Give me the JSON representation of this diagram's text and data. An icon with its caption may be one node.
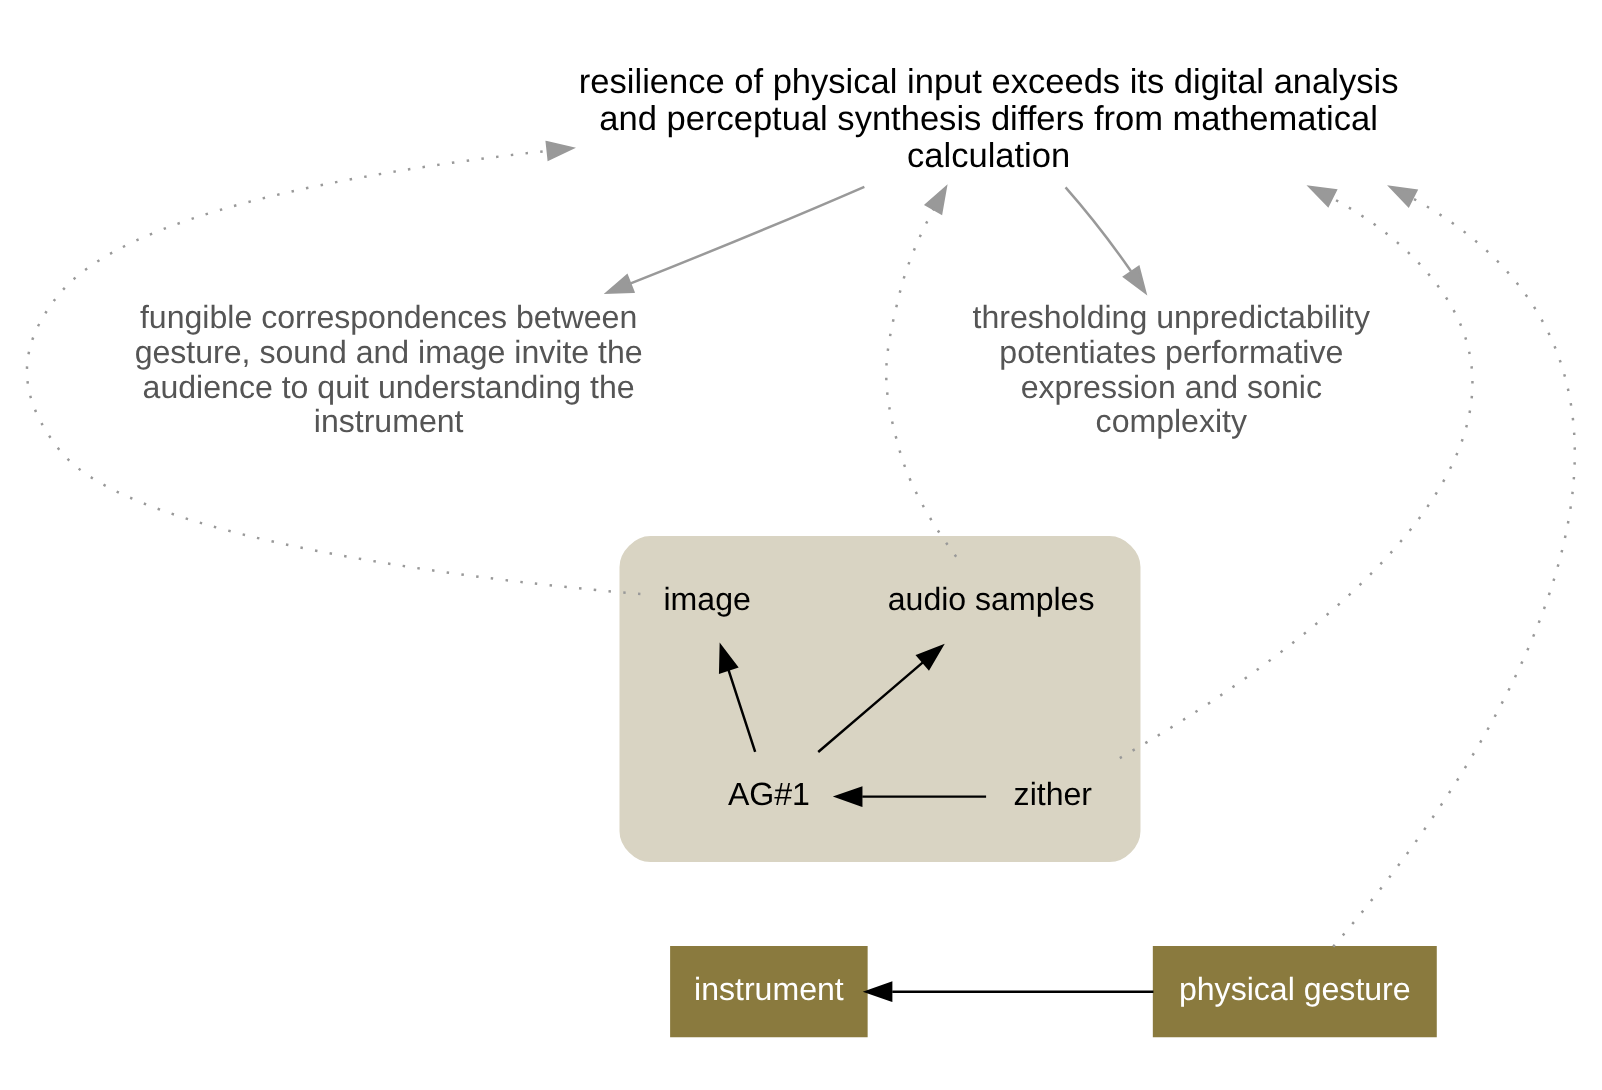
{
  "diagram": {
    "nodes": [
      {
        "text": [
          "resilience of physical input exceeds its digital analysis and perceptual synthesis differs from mathematical calculation"
        ]
      },
      {
        "text": [
          "thresholding unpredictability potentiates performative expression and sonic complexity"
        ]
      },
      {
        "text": [
          "fungible correspondences between gesture, sound and image invite the audience to quit understanding the instrument"
        ]
      },
      {
        "text": [],
        "shape": "box"
      },
      {
        "text": [
          "audio samples"
        ],
        "in": 3
      },
      {
        "text": [
          "image"
        ],
        "in": 3
      },
      {
        "text": [
          "zither"
        ],
        "in": 3
      },
      {
        "text": [
          "AG#1"
        ],
        "in": 3
      },
      {
        "text": [
          "physical gesture"
        ]
      },
      {
        "text": [
          "instrument"
        ]
      }
    ],
    "edges": [
      {
        "from": 0,
        "to": 1,
        "arrow": "to"
      },
      {
        "from": 0,
        "to": 2,
        "arrow": "to"
      },
      {
        "from": 8,
        "to": 0,
        "arrow": "to",
        "style": "dashed"
      },
      {
        "from": 6,
        "to": 0,
        "arrow": "to",
        "style": "dashed"
      },
      {
        "from": 4,
        "to": 0,
        "arrow": "to",
        "style": "dashed"
      },
      {
        "from": 5,
        "to": 0,
        "arrow": "to",
        "style": "dashed"
      },
      {
        "from": 8,
        "to": 9,
        "arrow": "to",
        "color": "#000000"
      },
      {
        "from": 6,
        "to": 7,
        "arrow": "to",
        "color": "#000000"
      },
      {
        "from": 7,
        "to": 4,
        "arrow": "to",
        "color": "#000000"
      },
      {
        "from": 7,
        "to": 5,
        "arrow": "to",
        "color": "#000000"
      }
    ]
  }
}
